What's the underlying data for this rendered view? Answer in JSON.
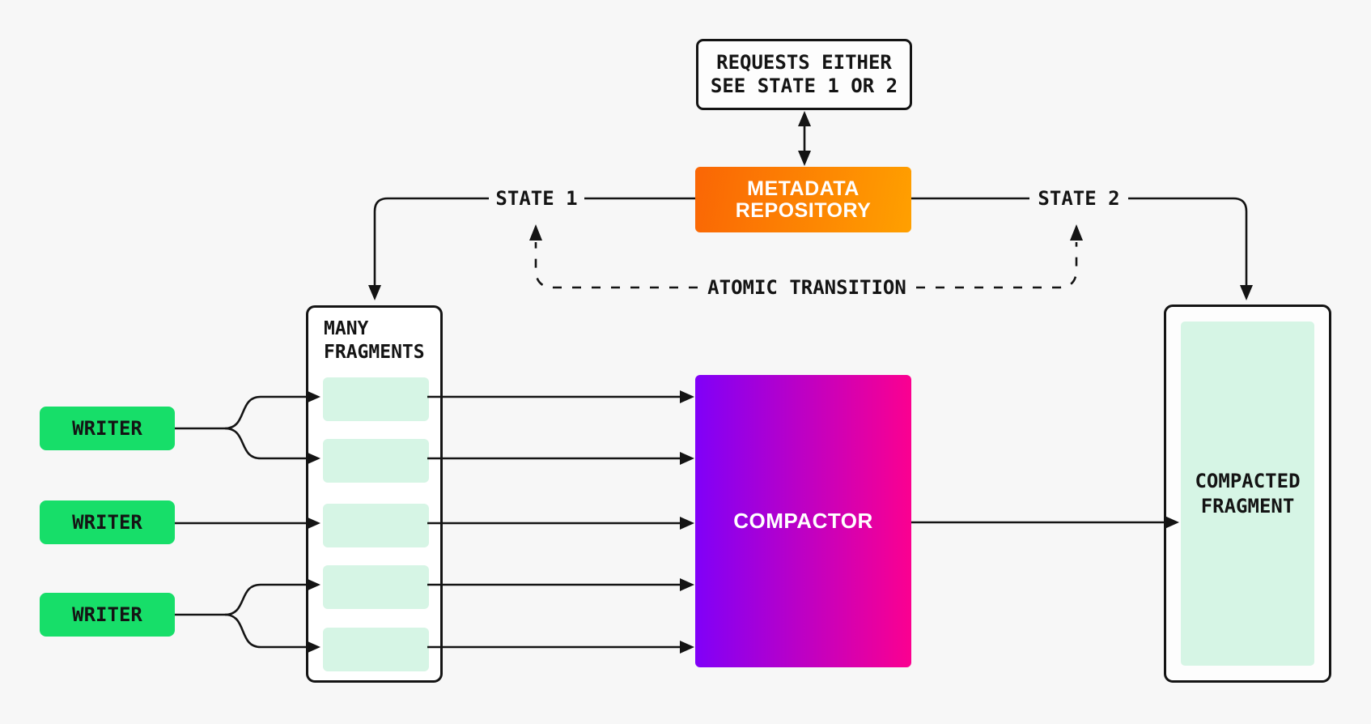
{
  "diagram": {
    "background_color": "#f7f7f7",
    "line_color": "#141414",
    "requests_box": {
      "line1": "REQUESTS EITHER",
      "line2": "SEE STATE 1 OR 2"
    },
    "metadata_repository": {
      "line1": "METADATA",
      "line2": "REPOSITORY",
      "gradient_start": "#fa6605",
      "gradient_end": "#ffa000"
    },
    "state1_label": "STATE 1",
    "state2_label": "STATE 2",
    "atomic_transition_label": "ATOMIC TRANSITION",
    "many_fragments": {
      "label_line1": "MANY",
      "label_line2": "FRAGMENTS",
      "fragment_count": 5,
      "fragment_color": "#d6f5e5"
    },
    "writers": [
      "WRITER",
      "WRITER",
      "WRITER"
    ],
    "writer_color": "#17de69",
    "compactor": {
      "label": "COMPACTOR",
      "gradient_start": "#8000f8",
      "gradient_end": "#fb0090"
    },
    "compacted_fragment": {
      "line1": "COMPACTED",
      "line2": "FRAGMENT"
    }
  }
}
